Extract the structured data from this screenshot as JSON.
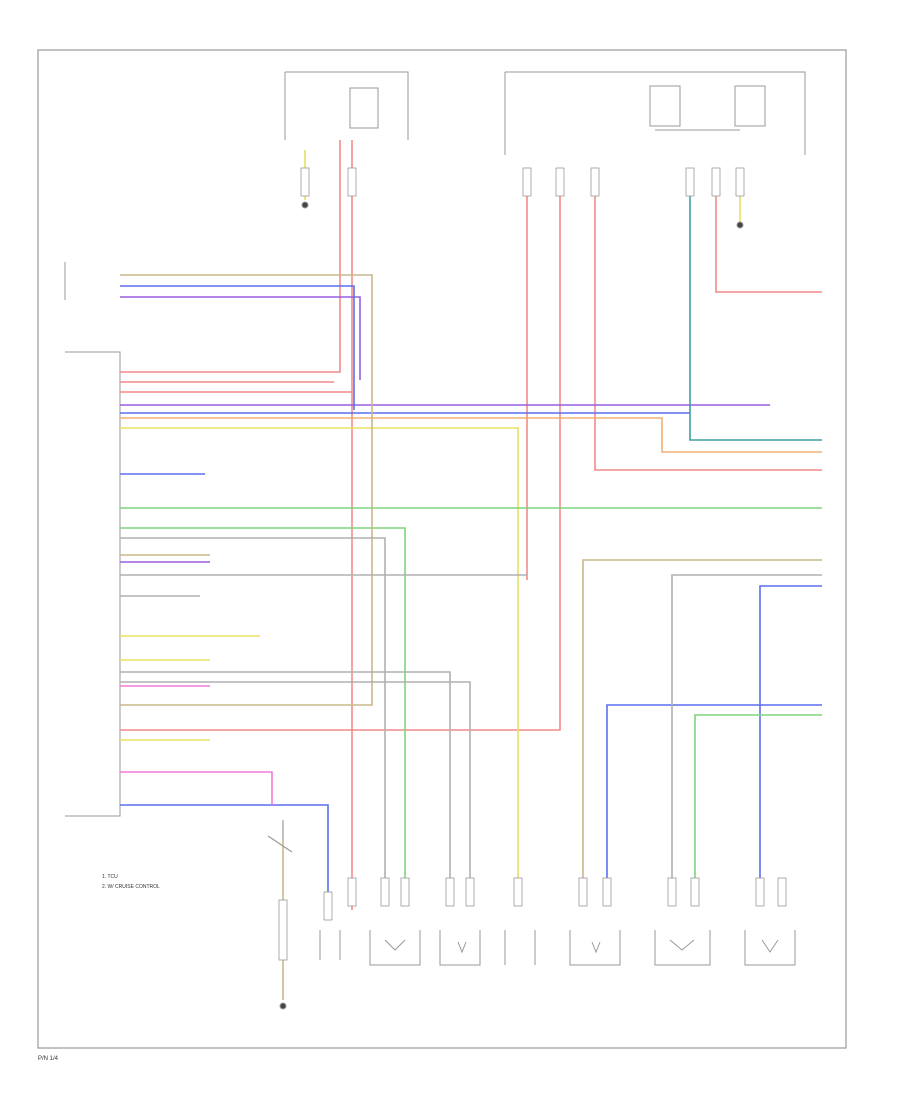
{
  "colors": {
    "red": "#f28a8a",
    "violet": "#9a5de0",
    "blue": "#5b6ff0",
    "yellow": "#e8e060",
    "green": "#7fd37f",
    "orange": "#f2b070",
    "tan": "#c9b78a",
    "gray": "#b0b0b0",
    "teal": "#3f9fa0",
    "pink": "#f07ad8",
    "frame": "#999999"
  },
  "page_ref": "P/N 1/4",
  "notes": [
    "1. TCU",
    "2. W/ CRUISE CONTROL"
  ]
}
